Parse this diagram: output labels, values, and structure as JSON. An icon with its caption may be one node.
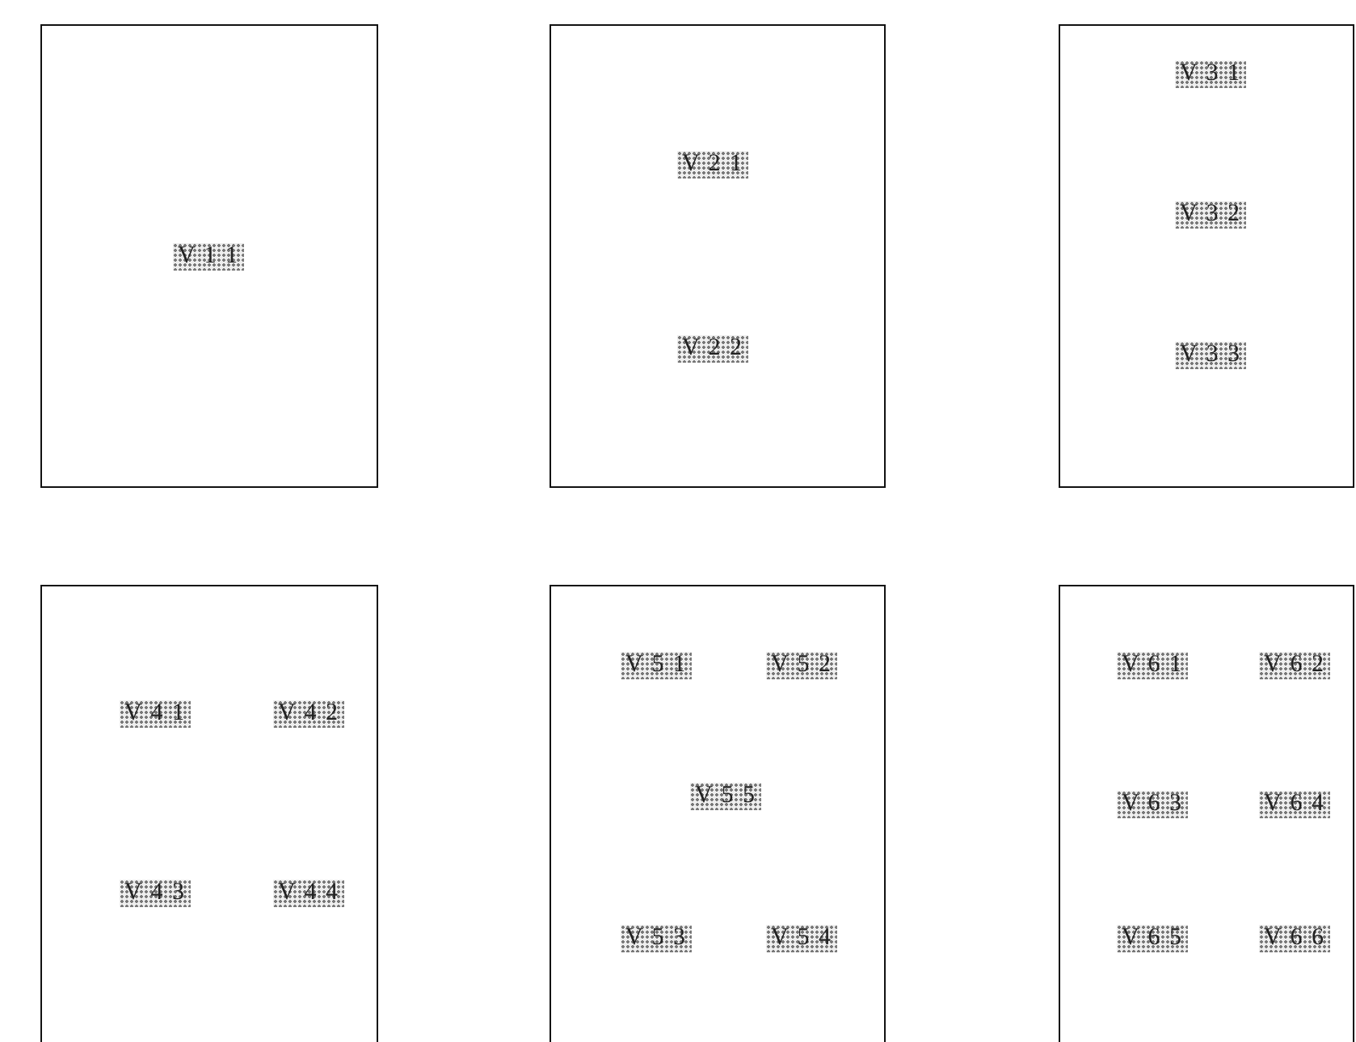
{
  "diagram": {
    "nodes": [
      {
        "text": [
          "V 1 1"
        ]
      },
      {
        "text": [
          "V 2 1",
          "V 2 2"
        ]
      },
      {
        "text": [
          "V 3 1",
          "V 3 2",
          "V 3 3"
        ]
      },
      {
        "text": [
          "V 4 1",
          "V 4 2",
          "V 4 3",
          "V 4 4"
        ]
      },
      {
        "text": [
          "V 5 1",
          "V 5 2",
          "V 5 5",
          "V 5 3",
          "V 5 4"
        ]
      },
      {
        "text": [
          "V 6 1",
          "V 6 2",
          "V 6 3",
          "V 6 4",
          "V 6 5",
          "V 6 6"
        ]
      }
    ]
  }
}
